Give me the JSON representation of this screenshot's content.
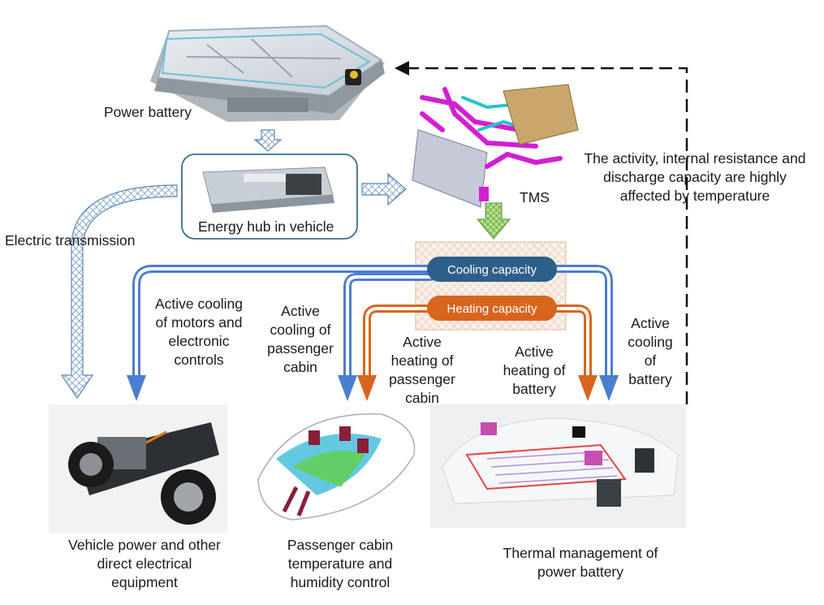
{
  "labels": {
    "power_battery": "Power battery",
    "energy_hub": "Energy hub in vehicle",
    "tms": "TMS",
    "electric_transmission": "Electric transmission",
    "temperature_note": [
      "The activity, internal resistance and",
      "discharge capacity are highly",
      "affected by temperature"
    ],
    "cooling_capacity": "Cooling capacity",
    "heating_capacity": "Heating capacity",
    "active_cooling_motors": [
      "Active cooling",
      "of motors and",
      "electronic",
      "controls"
    ],
    "active_cooling_cabin": [
      "Active",
      "cooling of",
      "passenger",
      "cabin"
    ],
    "active_heating_cabin": [
      "Active",
      "heating of",
      "passenger",
      "cabin"
    ],
    "active_heating_battery": [
      "Active",
      "heating of",
      "battery"
    ],
    "active_cooling_battery": [
      "Active",
      "cooling",
      "of",
      "battery"
    ],
    "vehicle_power": [
      "Vehicle power and other",
      "direct electrical",
      "equipment"
    ],
    "passenger_cabin_control": [
      "Passenger cabin",
      "temperature and",
      "humidity control"
    ],
    "thermal_management": [
      "Thermal management of",
      "power battery"
    ]
  },
  "colors": {
    "cooling": "#2e5f8a",
    "cooling_arrow": "#4a7fd0",
    "heating": "#d8651e",
    "green_arrow": "#6fb23b",
    "hatched": "#7fa3c8"
  }
}
